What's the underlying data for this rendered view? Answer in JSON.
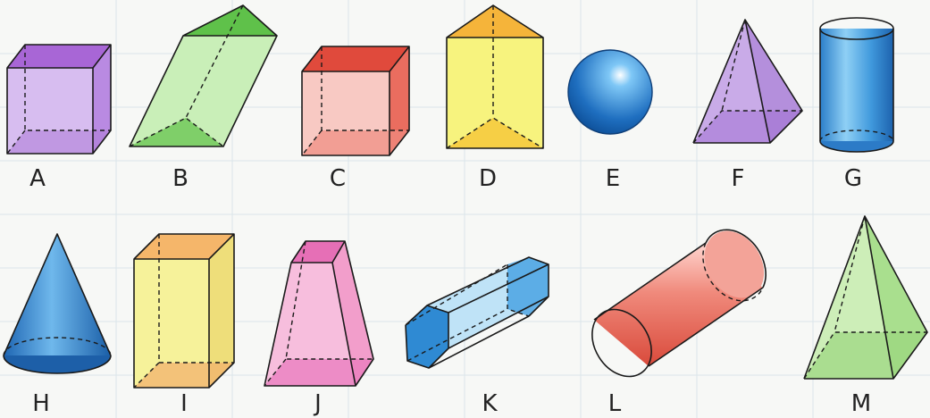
{
  "shapes": [
    {
      "label": "A"
    },
    {
      "label": "B"
    },
    {
      "label": "C"
    },
    {
      "label": "D"
    },
    {
      "label": "E"
    },
    {
      "label": "F"
    },
    {
      "label": "G"
    },
    {
      "label": "H"
    },
    {
      "label": "I"
    },
    {
      "label": "J"
    },
    {
      "label": "K"
    },
    {
      "label": "L"
    },
    {
      "label": "M"
    }
  ],
  "colors": {
    "purple": "#c9a6e6",
    "green": "#b9e6a6",
    "red": "#ee7f72",
    "yellow": "#f4ee8a",
    "blue": "#3b8fd6",
    "pink": "#f2a6cc",
    "orange": "#f5c86a",
    "background": "#f7f8f6"
  }
}
